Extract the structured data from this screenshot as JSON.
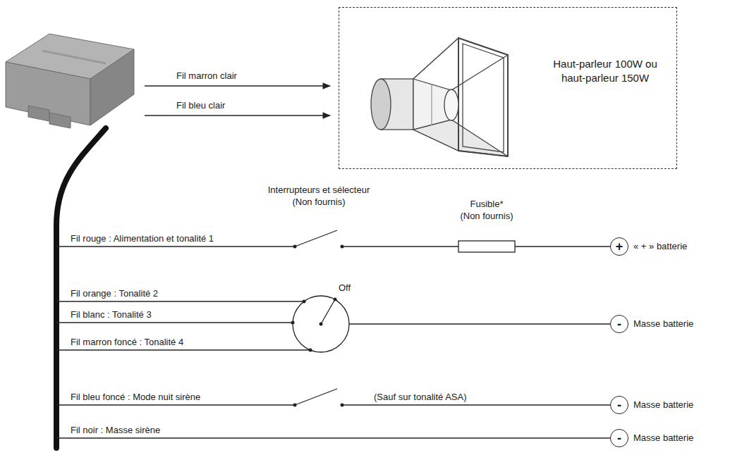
{
  "diagram": {
    "nodes": [
      {
        "text": [
          "Haut-parleur 100W ou haut-parleur 150W"
        ]
      },
      {
        "text": [
          "+"
        ]
      },
      {
        "text": [
          "-"
        ]
      },
      {
        "text": [
          "-"
        ]
      },
      {
        "text": [
          "-"
        ]
      }
    ],
    "labels": [
      "Fil marron clair",
      "Fil bleu clair",
      "Interrupteurs et sélecteur",
      "(Non fournis)",
      "Fusible*",
      "(Non fournis)",
      "Fil rouge : Alimentation et tonalité 1",
      "Fil orange : Tonalité 2",
      "Off",
      "Fil blanc : Tonalité 3",
      "Fil marron foncé : Tonalité 4",
      "Fil bleu foncé : Mode nuit sirène",
      "(Sauf sur tonalité ASA)",
      "Fil noir : Masse sirène",
      "« + » batterie",
      "Masse batterie",
      "Masse batterie",
      "Masse batterie"
    ]
  }
}
